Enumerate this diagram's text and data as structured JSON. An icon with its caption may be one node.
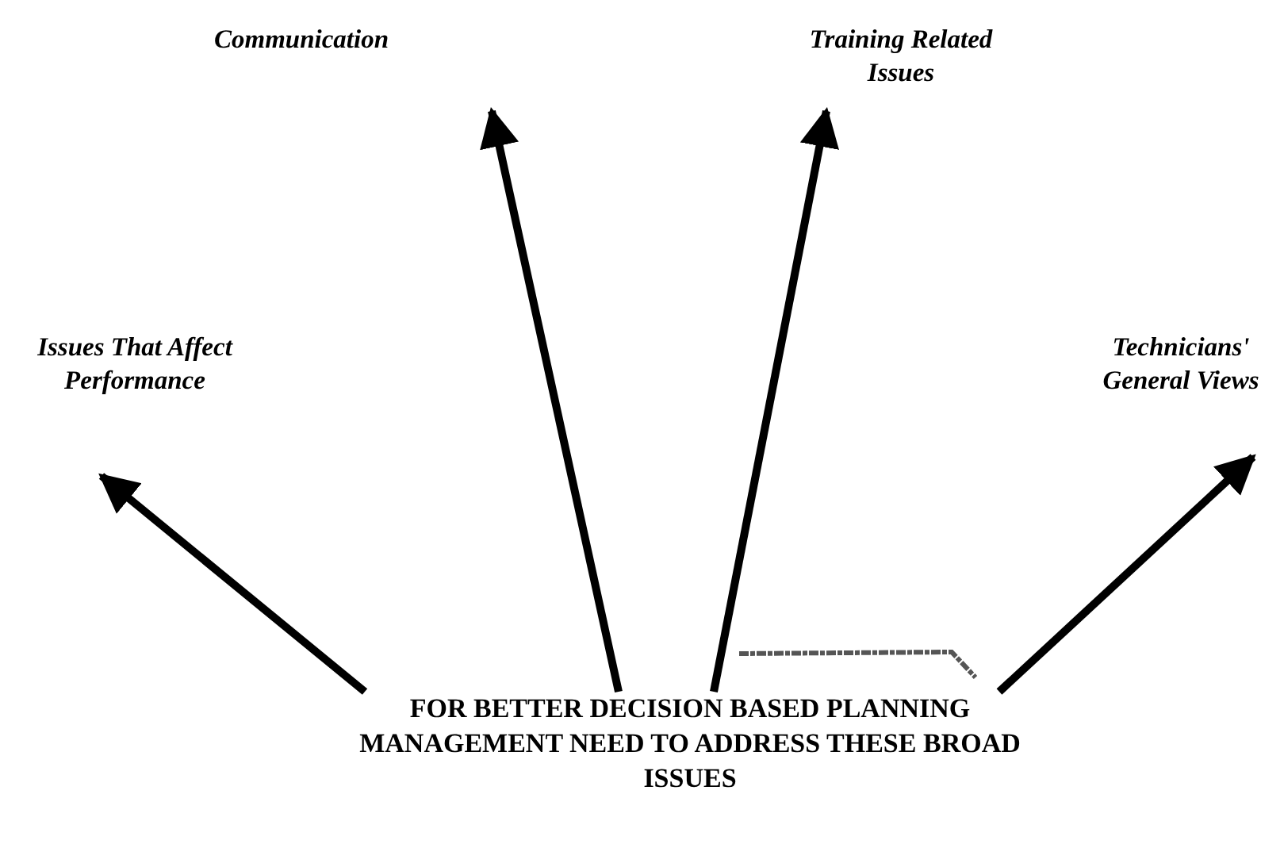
{
  "diagram": {
    "nodes": [
      {
        "text": [
          "FOR BETTER DECISION BASED PLANNING MANAGEMENT NEED TO ADDRESS THESE BROAD ISSUES"
        ]
      },
      {
        "text": [
          "Issues That Affect Performance"
        ]
      },
      {
        "text": [
          "Communication"
        ]
      },
      {
        "text": [
          "Training Related Issues"
        ]
      },
      {
        "text": [
          "Technicians' General Views"
        ]
      }
    ],
    "edges": [
      {
        "from": 0,
        "to": 1,
        "arrow": "to"
      },
      {
        "from": 0,
        "to": 2,
        "arrow": "to"
      },
      {
        "from": 0,
        "to": 3,
        "arrow": "to"
      },
      {
        "from": 0,
        "to": 4,
        "arrow": "to"
      }
    ]
  }
}
